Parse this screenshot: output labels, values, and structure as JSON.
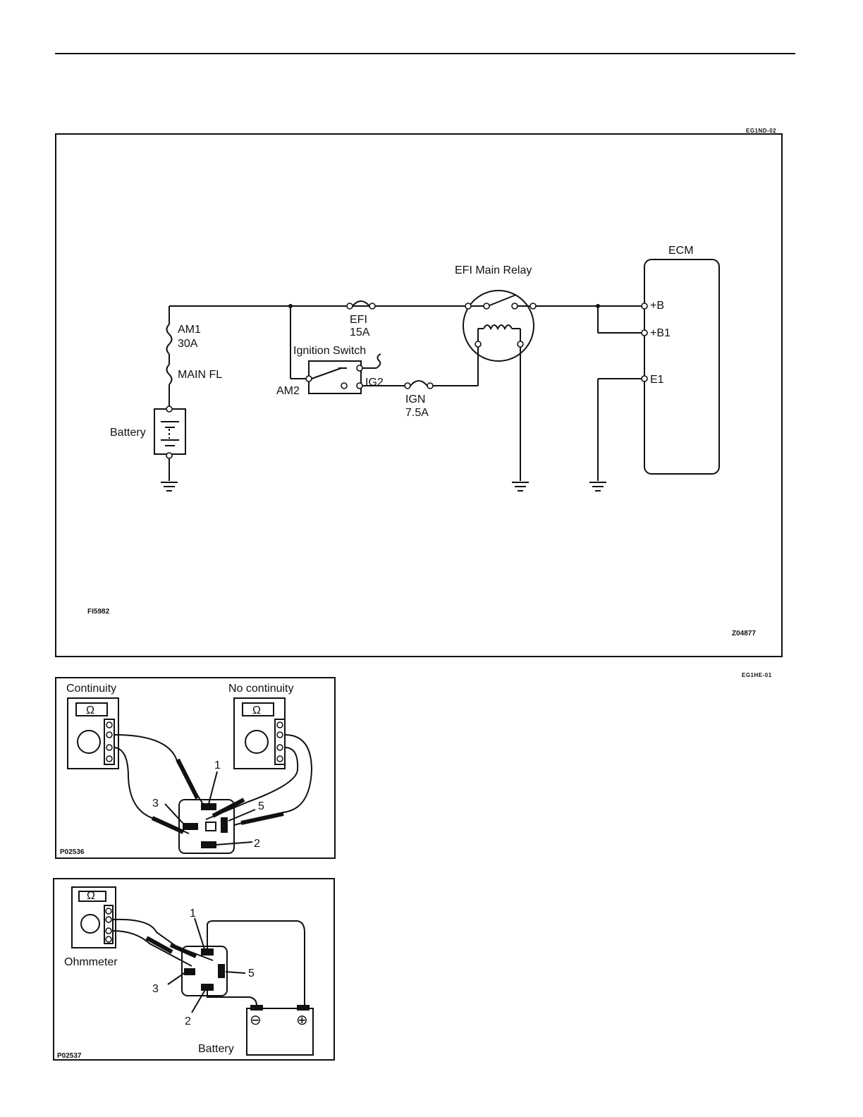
{
  "header": {
    "code_top": "EG1ND-02",
    "code_bottom": "EG1HE-01"
  },
  "circuit": {
    "ref_left": "FI5982",
    "ref_right": "Z04877",
    "ecm": {
      "title": "ECM",
      "pin_b": "+B",
      "pin_b1": "+B1",
      "pin_e1": "E1"
    },
    "relay_label": "EFI Main Relay",
    "fuse_efi": {
      "name": "EFI",
      "rating": "15A"
    },
    "fuse_ign": {
      "name": "IGN",
      "rating": "7.5A"
    },
    "fuse_am1": {
      "name": "AM1",
      "rating": "30A"
    },
    "fuse_main": "MAIN FL",
    "battery": "Battery",
    "ignition": {
      "title": "Ignition Switch",
      "am2": "AM2",
      "ig2": "IG2"
    }
  },
  "continuity_test": {
    "left_label": "Continuity",
    "right_label": "No continuity",
    "meter_symbol": "Ω",
    "terminals": {
      "t1": "1",
      "t2": "2",
      "t3": "3",
      "t5": "5"
    },
    "ref": "P02536"
  },
  "operation_test": {
    "ohmmeter": "Ohmmeter",
    "battery": "Battery",
    "meter_symbol": "Ω",
    "terminals": {
      "t1": "1",
      "t2": "2",
      "t3": "3",
      "t5": "5"
    },
    "neg": "⊖",
    "pos": "⊕",
    "ref": "P02537"
  }
}
